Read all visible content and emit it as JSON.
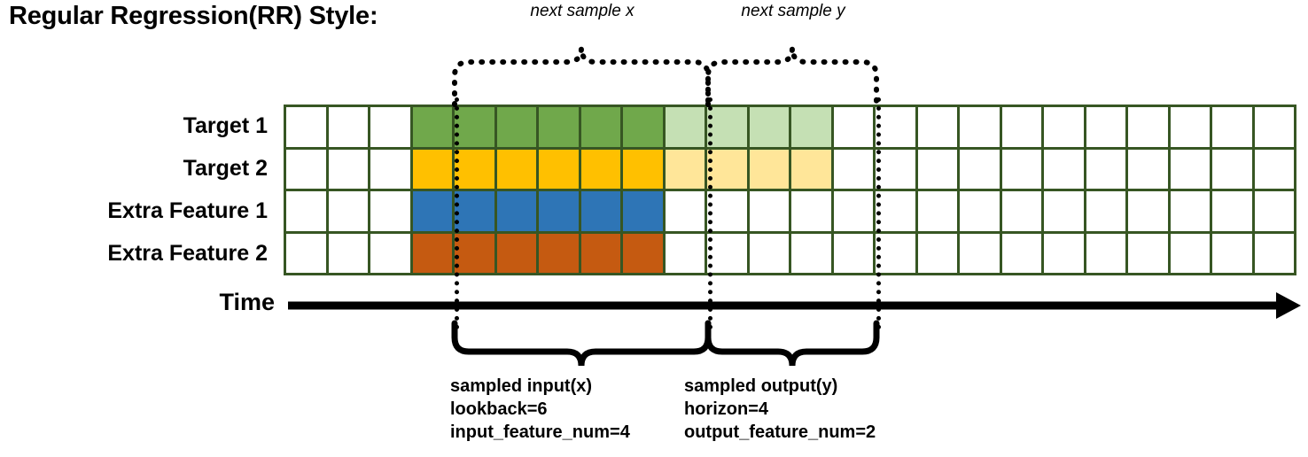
{
  "title": "Regular Regression(RR) Style:",
  "top_captions": {
    "x": "next sample x",
    "y": "next sample y"
  },
  "row_labels": [
    "Target 1",
    "Target 2",
    "Extra Feature 1",
    "Extra Feature 2"
  ],
  "axis": {
    "label": "Time"
  },
  "annotations": {
    "input": {
      "line1": "sampled input(x)",
      "line2": "lookback=6",
      "line3": "input_feature_num=4"
    },
    "output": {
      "line1": "sampled output(y)",
      "line2": "horizon=4",
      "line3": "output_feature_num=2"
    }
  },
  "colors": {
    "grid_border": "#375623",
    "target1": "#70A84B",
    "target2": "#FFC000",
    "extra_feature1": "#2E75B6",
    "extra_feature2": "#C55A11",
    "target1_light": "#C5E0B4",
    "target2_light": "#FFE699",
    "empty": "#FFFFFF"
  },
  "grid": {
    "total_columns": 24,
    "lead_empty_columns": 3,
    "input_columns": 6,
    "output_columns": 4,
    "trail_empty_columns": 11,
    "rows": [
      {
        "name": "Target 1",
        "cells": [
          "empty",
          "empty",
          "empty",
          "green",
          "green",
          "green",
          "green",
          "green",
          "green",
          "lgreen",
          "lgreen",
          "lgreen",
          "lgreen",
          "empty",
          "empty",
          "empty",
          "empty",
          "empty",
          "empty",
          "empty",
          "empty",
          "empty",
          "empty",
          "empty"
        ]
      },
      {
        "name": "Target 2",
        "cells": [
          "empty",
          "empty",
          "empty",
          "yellow",
          "yellow",
          "yellow",
          "yellow",
          "yellow",
          "yellow",
          "lyellow",
          "lyellow",
          "lyellow",
          "lyellow",
          "empty",
          "empty",
          "empty",
          "empty",
          "empty",
          "empty",
          "empty",
          "empty",
          "empty",
          "empty",
          "empty"
        ]
      },
      {
        "name": "Extra Feature 1",
        "cells": [
          "empty",
          "empty",
          "empty",
          "blue",
          "blue",
          "blue",
          "blue",
          "blue",
          "blue",
          "empty",
          "empty",
          "empty",
          "empty",
          "empty",
          "empty",
          "empty",
          "empty",
          "empty",
          "empty",
          "empty",
          "empty",
          "empty",
          "empty",
          "empty"
        ]
      },
      {
        "name": "Extra Feature 2",
        "cells": [
          "empty",
          "empty",
          "empty",
          "orange",
          "orange",
          "orange",
          "orange",
          "orange",
          "orange",
          "empty",
          "empty",
          "empty",
          "empty",
          "empty",
          "empty",
          "empty",
          "empty",
          "empty",
          "empty",
          "empty",
          "empty",
          "empty",
          "empty",
          "empty"
        ]
      }
    ]
  }
}
